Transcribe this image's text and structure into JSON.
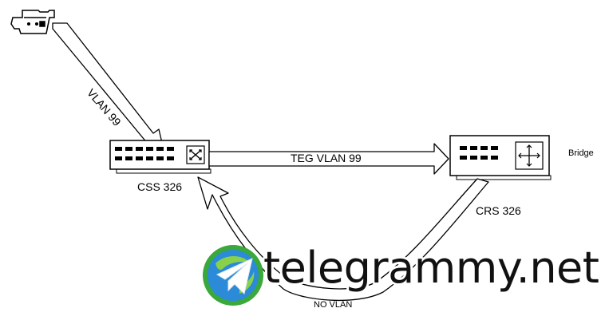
{
  "devices": {
    "camera": {
      "icon": "camera-icon"
    },
    "css": {
      "label": "CSS 326",
      "icon": "switch-icon"
    },
    "crs": {
      "label": "CRS 326",
      "icon": "router-icon",
      "mode": "Bridge"
    }
  },
  "links": {
    "camera_to_css": {
      "label": "VLAN 99"
    },
    "css_to_crs": {
      "label": "TEG VLAN 99"
    },
    "crs_to_css": {
      "label": "NO VLAN"
    }
  },
  "watermark": {
    "text": "telegrammy.net",
    "logo": "telegram-globe-logo"
  },
  "colors": {
    "line": "#000000",
    "background": "#ffffff",
    "logo_blue": "#2b8bd8",
    "logo_green": "#3aa83a"
  }
}
